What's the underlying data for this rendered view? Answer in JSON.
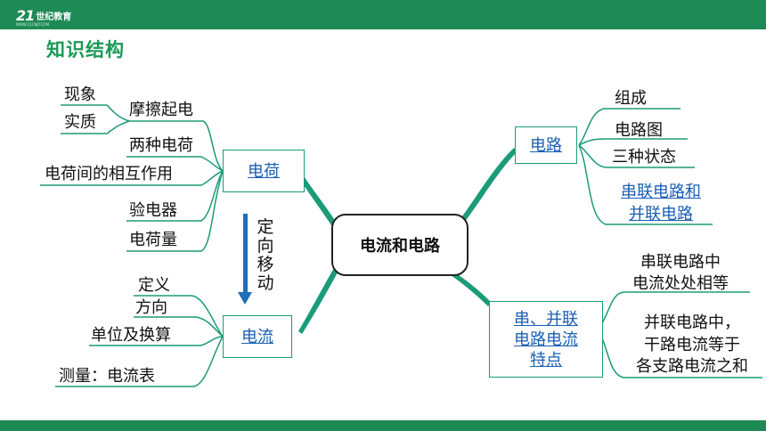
{
  "header": {
    "logo_mark": "21",
    "logo_text": "世纪教育",
    "logo_sub": "WWW.21CNJY.COM"
  },
  "page_title": "知识结构",
  "center": "电流和电路",
  "charge": {
    "label": "电荷",
    "branches": [
      "摩擦起电",
      "两种电荷",
      "电荷间的相互作用",
      "验电器",
      "电荷量"
    ],
    "friction_sub": [
      "现象",
      "实质"
    ]
  },
  "current": {
    "label": "电流",
    "branches": [
      "定义",
      "方向",
      "单位及换算",
      "测量：电流表"
    ]
  },
  "directed_move": "定向移动",
  "circuit": {
    "label": "电路",
    "branches": [
      "组成",
      "电路图",
      "三种状态"
    ],
    "series_parallel": [
      "串联电路和",
      "并联电路"
    ]
  },
  "features": {
    "label_lines": [
      "串、并联",
      "电路电流",
      "特点"
    ],
    "series": [
      "串联电路中",
      "电流处处相等"
    ],
    "parallel": [
      "并联电路中，",
      "干路电流等于",
      "各支路电流之和"
    ]
  },
  "colors": {
    "brand_green": "#1e8a55",
    "title_green": "#1a9a55",
    "branch_line": "#1b9b78",
    "link_blue": "#1a5fb4",
    "arrow_blue": "#1e6fb5"
  }
}
